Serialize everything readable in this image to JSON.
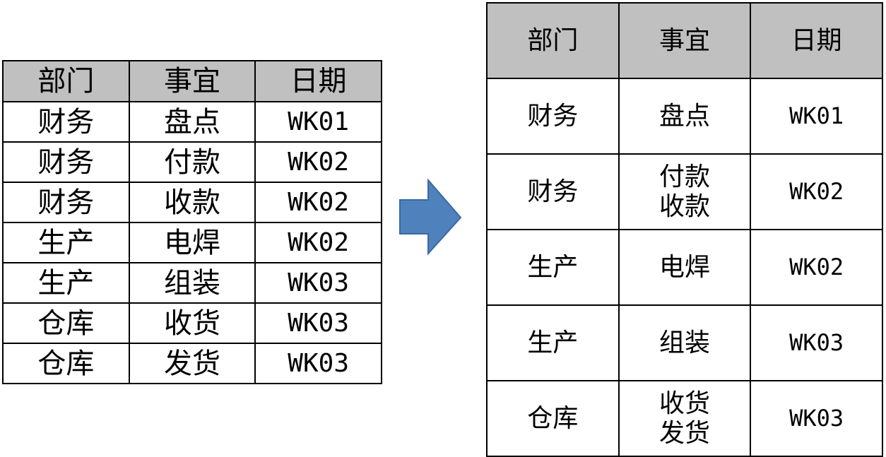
{
  "headers": [
    "部门",
    "事宜",
    "日期"
  ],
  "left_rows": [
    [
      "财务",
      "盘点",
      "WK01"
    ],
    [
      "财务",
      "付款",
      "WK02"
    ],
    [
      "财务",
      "收款",
      "WK02"
    ],
    [
      "生产",
      "电焊",
      "WK02"
    ],
    [
      "生产",
      "组装",
      "WK03"
    ],
    [
      "仓库",
      "收货",
      "WK03"
    ],
    [
      "仓库",
      "发货",
      "WK03"
    ]
  ],
  "right_rows": [
    {
      "dept": "财务",
      "items": [
        "盘点"
      ],
      "date": "WK01"
    },
    {
      "dept": "财务",
      "items": [
        "付款",
        "收款"
      ],
      "date": "WK02"
    },
    {
      "dept": "生产",
      "items": [
        "电焊"
      ],
      "date": "WK02"
    },
    {
      "dept": "生产",
      "items": [
        "组装"
      ],
      "date": "WK03"
    },
    {
      "dept": "仓库",
      "items": [
        "收货",
        "发货"
      ],
      "date": "WK03"
    }
  ],
  "header_fill": "#c0c0c0",
  "arrow": {
    "icon": "right-arrow-icon",
    "fill": "#4f81bd",
    "stroke": "#3a6aa3"
  }
}
